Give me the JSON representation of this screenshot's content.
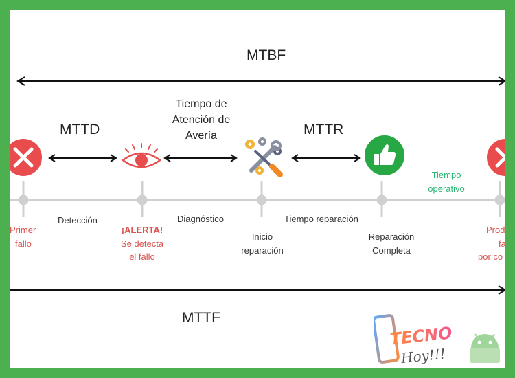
{
  "diagram": {
    "mtbf": "MTBF",
    "mttd": "MTTD",
    "mttr": "MTTR",
    "mttf": "MTTF",
    "response_time": [
      "Tiempo de",
      "Atención de",
      "Avería"
    ],
    "uptime": [
      "Tiempo",
      "operativo"
    ],
    "phases": {
      "detection": "Detección",
      "diagnosis": "Diagnóstico",
      "repair_time": "Tiempo reparación"
    },
    "milestones": {
      "first_failure": [
        "Primer",
        "fallo"
      ],
      "alert_title": "¡ALERTA!",
      "alert_lines": [
        "Se detecta",
        "el fallo"
      ],
      "repair_start": [
        "Inicio",
        "reparación"
      ],
      "repair_complete": [
        "Reparación",
        "Completa"
      ],
      "next_failure": [
        "Prod",
        "fa",
        "por co"
      ]
    },
    "colors": {
      "red": "#e84c4c",
      "green": "#27a844",
      "timeline": "#d0d0d0",
      "arrow": "#111111"
    }
  },
  "logo": {
    "line1": "TECNO",
    "line2": "Hoy!!!"
  }
}
